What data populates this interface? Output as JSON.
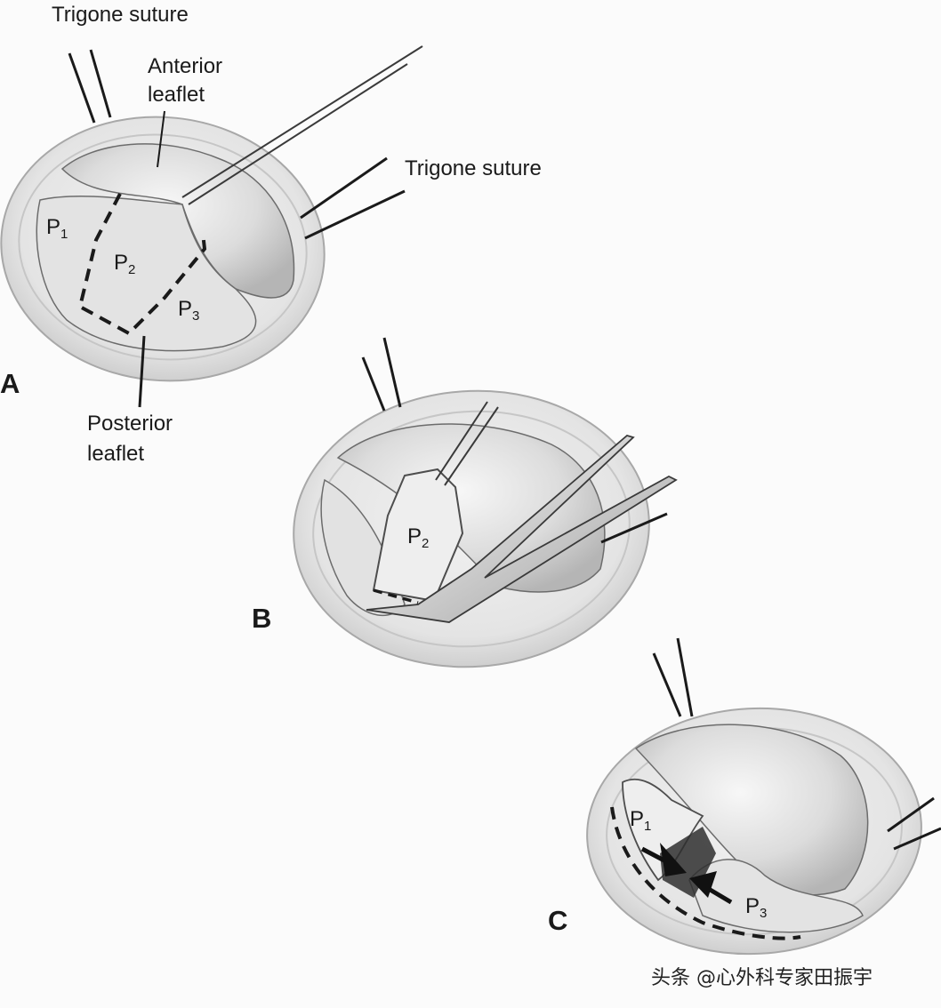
{
  "panels": {
    "a": {
      "letter": "A",
      "labels": {
        "trigone_suture_top": "Trigone suture",
        "anterior_leaflet_line1": "Anterior",
        "anterior_leaflet_line2": "leaflet",
        "trigone_suture_right": "Trigone suture",
        "posterior_leaflet_line1": "Posterior",
        "posterior_leaflet_line2": "leaflet"
      },
      "segments": [
        {
          "base": "P",
          "sub": "1"
        },
        {
          "base": "P",
          "sub": "2"
        },
        {
          "base": "P",
          "sub": "3"
        }
      ]
    },
    "b": {
      "letter": "B",
      "segments": [
        {
          "base": "P",
          "sub": "2"
        }
      ]
    },
    "c": {
      "letter": "C",
      "segments": [
        {
          "base": "P",
          "sub": "1"
        },
        {
          "base": "P",
          "sub": "3"
        }
      ]
    }
  },
  "watermark": "头条 @心外科专家田振宇",
  "colors": {
    "ink": "#1a1a1a",
    "ring": "#e2e2e2",
    "tissue": "#d9d9d9",
    "background": "#fbfbfb"
  }
}
